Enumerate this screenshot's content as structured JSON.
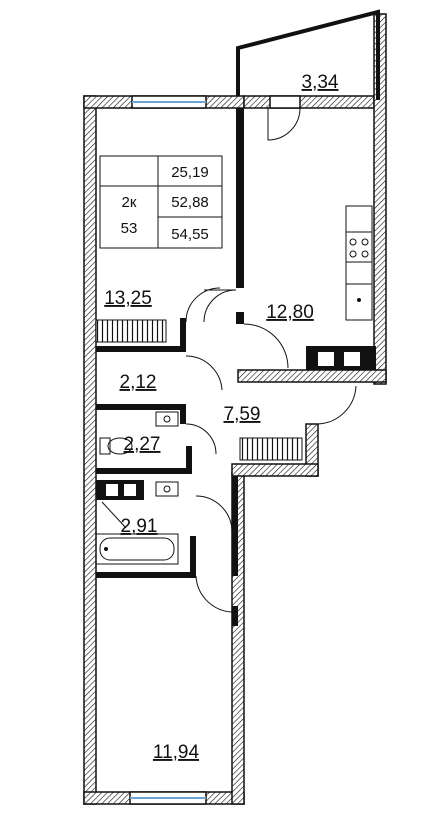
{
  "summary_table": {
    "rooms_type": "2к",
    "number": "53",
    "area_living": "25,19",
    "area_total": "52,88",
    "area_with_balcony": "54,55"
  },
  "rooms": [
    {
      "id": "loggia",
      "area": "3,34"
    },
    {
      "id": "bedroom",
      "area": "13,25"
    },
    {
      "id": "kitchen",
      "area": "12,80"
    },
    {
      "id": "storage",
      "area": "2,12"
    },
    {
      "id": "hall",
      "area": "7,59"
    },
    {
      "id": "toilet",
      "area": "2,27"
    },
    {
      "id": "bathroom",
      "area": "2,91"
    },
    {
      "id": "room-south",
      "area": "11,94"
    }
  ],
  "colors": {
    "wall": "#111111",
    "window_glass": "#6aa6d8",
    "background": "#ffffff"
  }
}
